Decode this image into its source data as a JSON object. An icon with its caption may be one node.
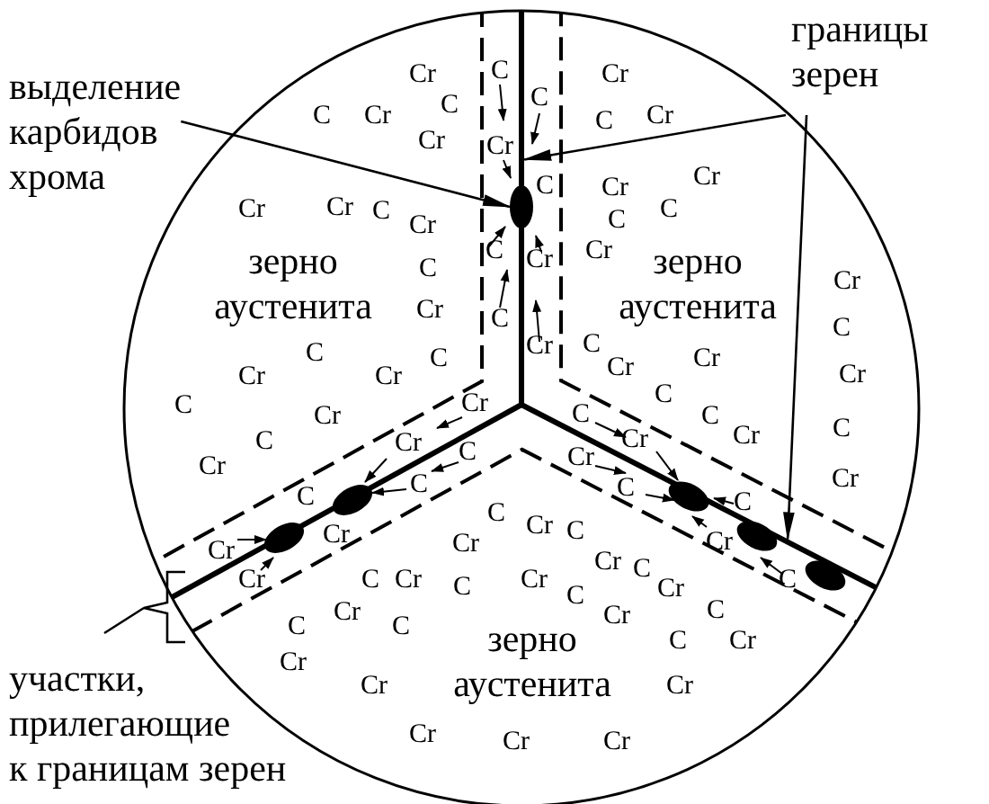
{
  "diagram": {
    "nodes": [
      {
        "text": [
          "выделение карбидов хрома"
        ]
      },
      {
        "text": [],
        "shape": "line"
      },
      {
        "text": [],
        "shape": "ellipse",
        "in": 1
      },
      {
        "text": [
          "границы зерен"
        ]
      }
    ],
    "edges": [
      {
        "from": 0,
        "to": 2,
        "arrow": "to"
      },
      {
        "from": 3,
        "to": 1,
        "arrow": "to"
      },
      {
        "from": 3,
        "to": 1,
        "arrow": "to"
      }
    ],
    "labels": [
      "зерно аустенита",
      "зерно аустенита",
      "зерно аустенита",
      "участки, прилегающие к границам зерен",
      "Cr",
      "C",
      "Cr",
      "C",
      "C",
      "C",
      "Cr",
      "Cr",
      "C",
      "Cr",
      "Cr",
      "Cr",
      "C",
      "Cr",
      "Cr",
      "Cr",
      "C",
      "C",
      "C",
      "Cr",
      "C",
      "Cr",
      "Cr",
      "C",
      "Cr",
      "Cr",
      "C",
      "C",
      "C",
      "C",
      "Cr",
      "C",
      "Cr",
      "Cr",
      "Cr",
      "Cr",
      "Cr",
      "C",
      "C",
      "Cr",
      "Cr",
      "C",
      "C",
      "C",
      "C",
      "Cr",
      "Cr",
      "Cr",
      "C",
      "Cr",
      "Cr",
      "Cr",
      "C",
      "C",
      "C",
      "C",
      "C",
      "Cr",
      "C",
      "Cr",
      "Cr",
      "Cr",
      "Cr",
      "Cr",
      "C",
      "Cr",
      "C",
      "Cr",
      "Cr",
      "C",
      "C",
      "Cr",
      "C",
      "C",
      "Cr",
      "Cr",
      "C",
      "C",
      "C",
      "Cr",
      "Cr",
      "Cr",
      "Cr",
      "Cr",
      "Cr",
      "Cr"
    ]
  }
}
